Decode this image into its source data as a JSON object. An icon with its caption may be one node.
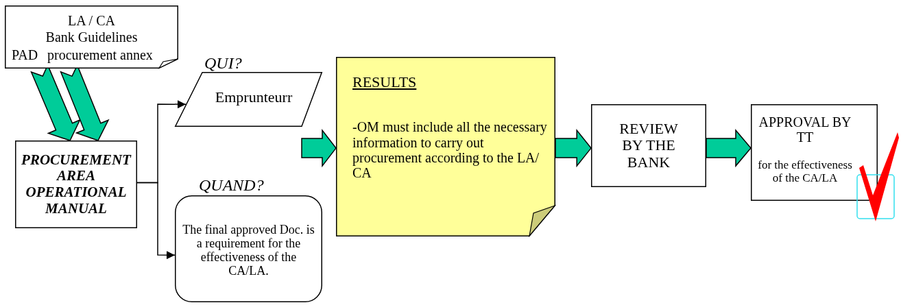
{
  "diagram": {
    "nodes": [
      {
        "text": [
          "LA / CA",
          "Bank Guidelines",
          "PAD",
          "procurement annex"
        ]
      },
      {
        "text": [
          "PROCUREMENT AREA OPERATIONAL MANUAL"
        ]
      },
      {
        "text": [
          "QUI?",
          "Emprunteurr"
        ]
      },
      {
        "text": [
          "QUAND?",
          "The final approved Doc. is a requirement for the effectiveness of the CA/LA."
        ]
      },
      {
        "text": [
          "RESULTS",
          "-OM must include all the necessary information to carry out procurement according to the LA/ CA"
        ]
      },
      {
        "text": [
          "REVIEW BY THE BANK"
        ]
      },
      {
        "text": [
          "APPROVAL BY TT",
          "for the effectiveness of the CA/LA"
        ]
      }
    ],
    "edges": [
      {
        "from": 0,
        "to": 1,
        "arrow": "to",
        "style": "thick"
      },
      {
        "from": 0,
        "to": 1,
        "arrow": "to",
        "style": "thick"
      },
      {
        "from": 1,
        "to": 2,
        "arrow": "to",
        "color": "#000000"
      },
      {
        "from": 1,
        "to": 3,
        "arrow": "to",
        "color": "#000000"
      },
      {
        "from": null,
        "to": 4,
        "arrow": "to",
        "style": "thick"
      },
      {
        "from": 4,
        "to": 5,
        "arrow": "to",
        "style": "thick"
      },
      {
        "from": 5,
        "to": 6,
        "arrow": "to",
        "style": "thick"
      }
    ]
  }
}
